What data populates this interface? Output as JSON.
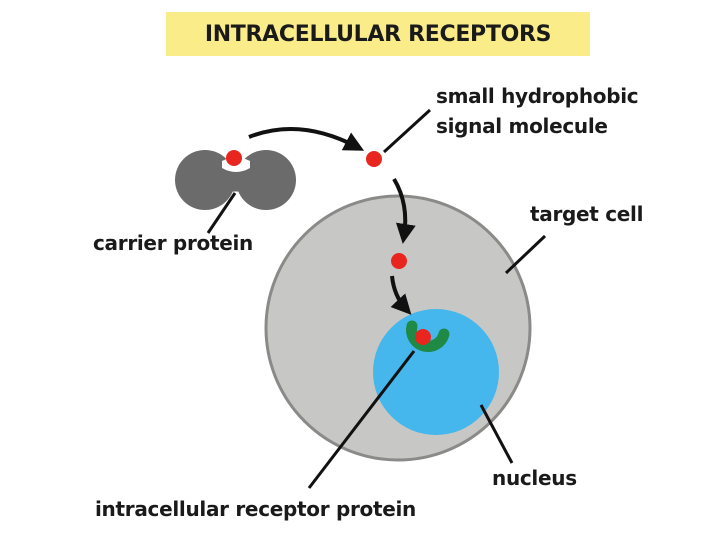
{
  "title": "INTRACELLULAR RECEPTORS",
  "labels": {
    "signal_molecule_line1": "small hydrophobic",
    "signal_molecule_line2": "signal molecule",
    "target_cell": "target cell",
    "carrier_protein": "carrier protein",
    "nucleus": "nucleus",
    "receptor_protein": "intracellular receptor protein"
  },
  "colors": {
    "title_background": "#fbec8a",
    "cell_fill": "#c7c7c5",
    "cell_outline": "#8a8a88",
    "nucleus_fill": "#45b7ec",
    "carrier_protein_fill": "#6b6b6b",
    "signal_molecule": "#e8261f",
    "receptor_protein": "#1f8a46",
    "arrow_and_leader_lines": "#111111"
  }
}
